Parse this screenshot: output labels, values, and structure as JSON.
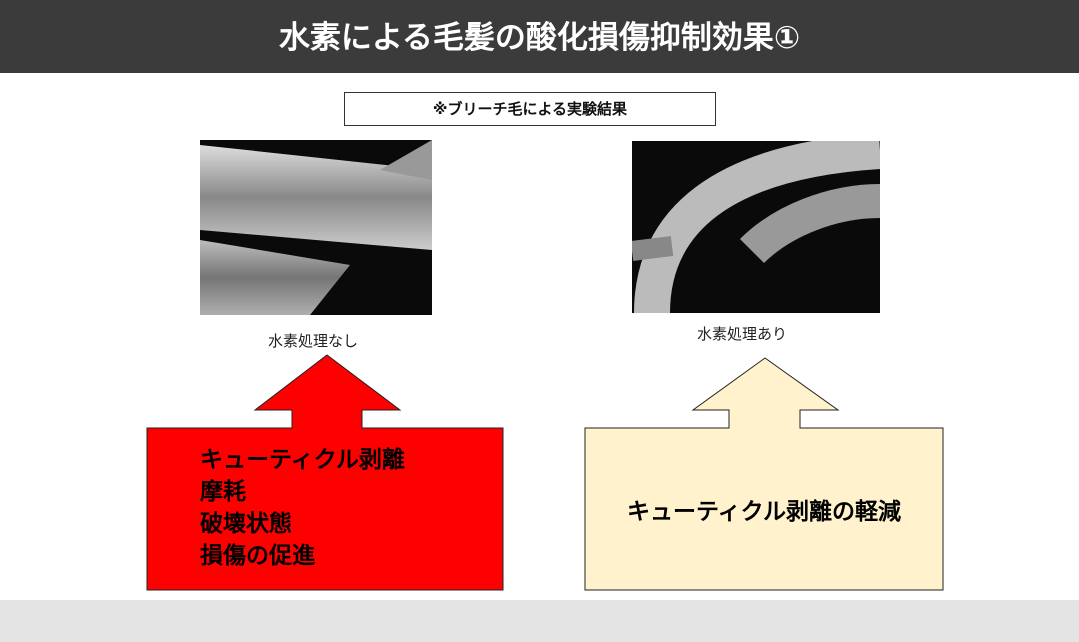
{
  "title": "水素による毛髪の酸化損傷抑制効果①",
  "subtitle": "※ブリーチ毛による実験結果",
  "left": {
    "caption": "水素処理なし",
    "lines": [
      "キューティクル剥離",
      "摩耗",
      "破壊状態",
      "損傷の促進"
    ],
    "color": "#ff0000"
  },
  "right": {
    "caption": "水素処理あり",
    "text": "キューティクル剥離の軽減",
    "color": "#fff2cc"
  }
}
